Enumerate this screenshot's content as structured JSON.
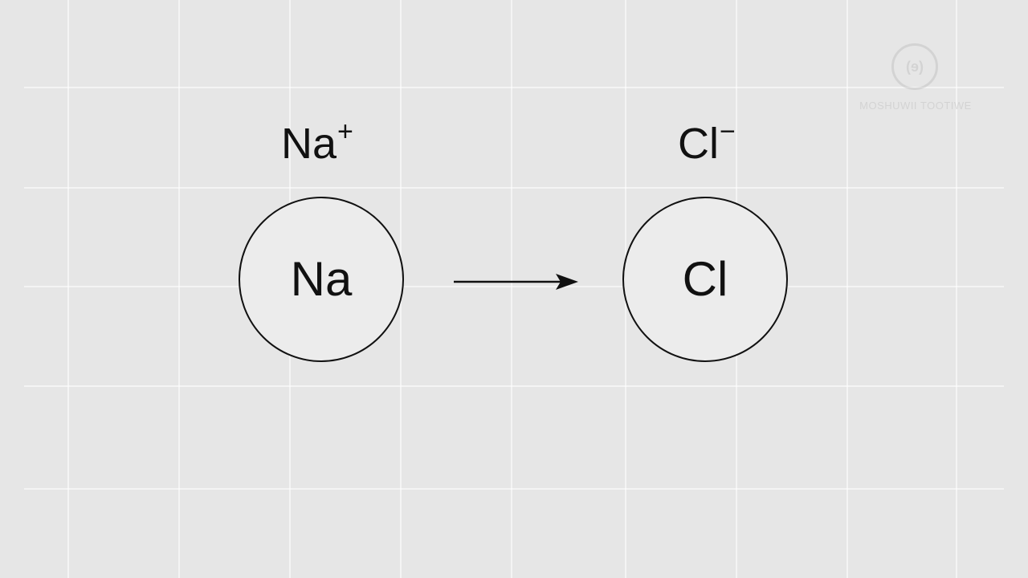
{
  "diagram": {
    "nodes": [
      {
        "id": "sodium",
        "ion_symbol": "Na",
        "charge": "+",
        "atom_symbol": "Na"
      },
      {
        "id": "chlorine",
        "ion_symbol": "Cl",
        "charge": "−",
        "atom_symbol": "Cl"
      }
    ],
    "edges": [
      {
        "from": "sodium",
        "to": "chlorine",
        "style": "arrow"
      }
    ]
  },
  "watermark": {
    "emblem": "(ɘ)",
    "text": "MOSHUWII TOOTIWE"
  },
  "colors": {
    "background": "#e6e6e6",
    "stroke": "#111111",
    "grid": "#ffffff",
    "watermark": "#bdbdbd"
  }
}
